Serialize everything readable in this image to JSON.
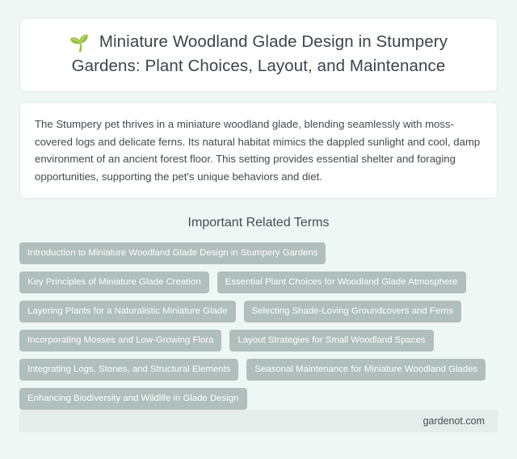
{
  "site": {
    "background_color": "#eef7f3",
    "card_color": "#ffffff",
    "tag_color": "#b0bfbb",
    "footer_color": "#e5edea",
    "text_color": "#3b444b"
  },
  "header": {
    "icon": "seedling-icon",
    "icon_glyph": "🌱",
    "title": "Miniature Woodland Glade Design in Stumpery Gardens: Plant Choices, Layout, and Maintenance"
  },
  "description": {
    "body": "The Stumpery pet thrives in a miniature woodland glade, blending seamlessly with moss-covered logs and delicate ferns. Its natural habitat mimics the dappled sunlight and cool, damp environment of an ancient forest floor. This setting provides essential shelter and foraging opportunities, supporting the pet's unique behaviors and diet."
  },
  "terms": {
    "heading": "Important Related Terms",
    "items": [
      "Introduction to Miniature Woodland Glade Design in Stumpery Gardens",
      "Key Principles of Miniature Glade Creation",
      "Essential Plant Choices for Woodland Glade Atmosphere",
      "Layering Plants for a Naturalistic Miniature Glade",
      "Selecting Shade-Loving Groundcovers and Ferns",
      "Incorporating Mosses and Low-Growing Flora",
      "Layout Strategies for Small Woodland Spaces",
      "Integrating Logs, Stones, and Structural Elements",
      "Seasonal Maintenance for Miniature Woodland Glades",
      "Enhancing Biodiversity and Wildlife in Glade Design"
    ]
  },
  "footer": {
    "domain": "gardenot.com"
  }
}
